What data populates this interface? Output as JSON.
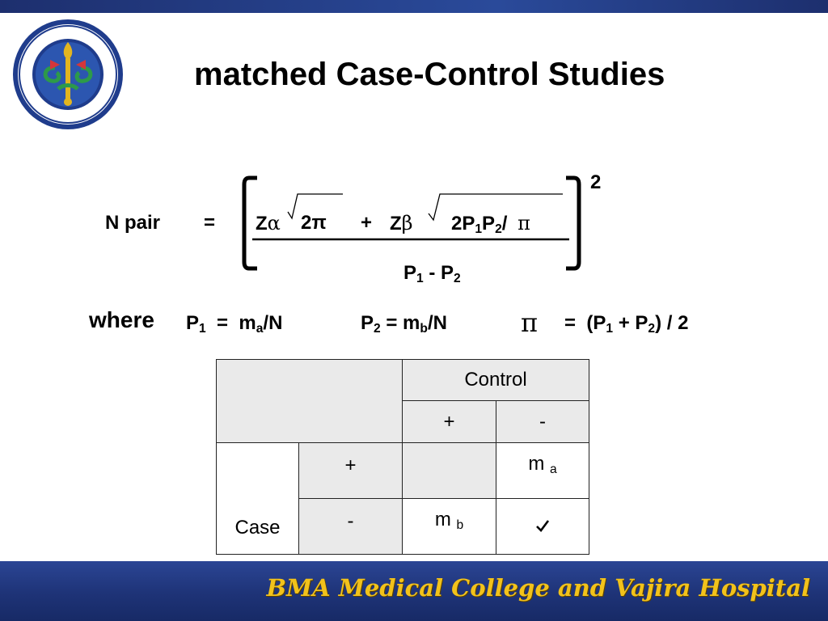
{
  "title": "matched Case-Control Studies",
  "logo_icon": "college-seal-emblem",
  "formula": {
    "lhs": "N  pair",
    "equals": "=",
    "z": "Z",
    "alpha": "α",
    "two_pi": "2π",
    "plus": "+",
    "beta": "β",
    "two_p": "2P",
    "sub1": "1",
    "p": "P",
    "sub2": "2",
    "slash": "/",
    "pi": "π",
    "denominator_p": "P",
    "minus": " - ",
    "exponent": "2"
  },
  "where": {
    "label": "where",
    "p1_def": [
      "P",
      "1",
      "  =  m",
      "a",
      "/N"
    ],
    "p2_def": [
      "P",
      "2",
      " = m",
      "b",
      "/N"
    ],
    "pi_symbol": "π",
    "pi_def": [
      "=  (P",
      "1",
      " + P",
      "2",
      ") / 2"
    ]
  },
  "table": {
    "control_header": "Control",
    "control_plus": "+",
    "control_minus": "-",
    "case_label": "Case",
    "case_plus": "+",
    "case_minus": "-",
    "cell_m": "m",
    "cell_ma_sub": "a",
    "cell_mb_sub": "b",
    "check_icon": "checkmark-icon"
  },
  "footer": "BMA Medical College and Vajira Hospital"
}
